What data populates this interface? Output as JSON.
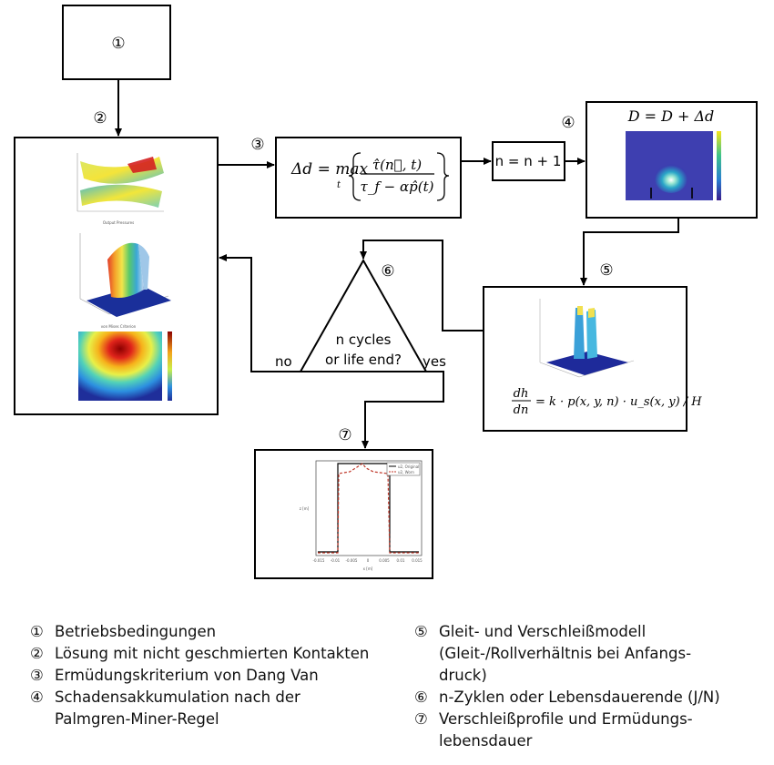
{
  "markers": [
    "①",
    "②",
    "③",
    "④",
    "⑤",
    "⑥",
    "⑦"
  ],
  "boxes": {
    "counter": "n = n + 1",
    "damage_formula": "D = D + Δd",
    "decision": [
      "n cycles",
      "or life end?"
    ],
    "no_label": "no",
    "yes_label": "yes"
  },
  "formula3": {
    "lhs": "Δd = max",
    "sub": "t",
    "num": "τ̂(n⃗, t)",
    "den": "τ_f − αp̂(t)"
  },
  "formula5": {
    "num": "dh",
    "den": "dn",
    "rhs": "= k · p(x, y, n) · u_s(x, y) / H"
  },
  "thumbs": {
    "contact_caption": "Output Pressures",
    "vm_caption": "von Mises Criterion",
    "wear_legend": [
      "u2, Original",
      "u2, Worn"
    ],
    "wear_xlabel": "x [m]",
    "wear_ylabel": "z [m]",
    "wear_xticks": [
      "-0.015",
      "-0.01",
      "-0.005",
      "0",
      "0.005",
      "0.01",
      "0.015"
    ]
  },
  "legend_left": [
    {
      "num": "①",
      "lines": [
        "Betriebsbedingungen"
      ]
    },
    {
      "num": "②",
      "lines": [
        "Lösung mit nicht geschmierten Kontakten"
      ]
    },
    {
      "num": "③",
      "lines": [
        "Ermüdungskriterium von Dang Van"
      ]
    },
    {
      "num": "④",
      "lines": [
        "Schadensakkumulation nach der",
        "Palmgren-Miner-Regel"
      ]
    }
  ],
  "legend_right": [
    {
      "num": "⑤",
      "lines": [
        "Gleit- und Verschleißmodell",
        "(Gleit-/Rollverhältnis bei Anfangs-",
        "druck)"
      ]
    },
    {
      "num": "⑥",
      "lines": [
        "n-Zyklen oder Lebensdauerende (J/N)"
      ]
    },
    {
      "num": "⑦",
      "lines": [
        "Verschleißprofile und Ermüdungs-",
        "lebensdauer"
      ]
    }
  ],
  "colors": {
    "line": "#000000",
    "surface_yellow": "#f2e23a",
    "surface_cyan": "#3fb6c8",
    "contour_red": "#d9231e",
    "contour_blue": "#2b2f8f",
    "wear_red": "#c0392b"
  }
}
